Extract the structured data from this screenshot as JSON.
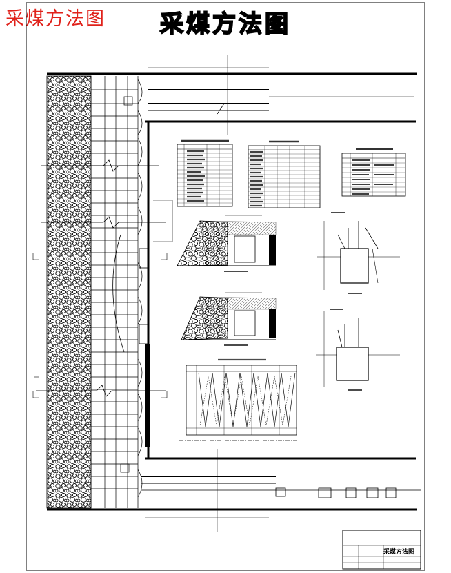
{
  "overlay_title": "采煤方法图",
  "drawing_title": "采煤方法图",
  "title_block": {
    "name": "采煤方法图"
  }
}
